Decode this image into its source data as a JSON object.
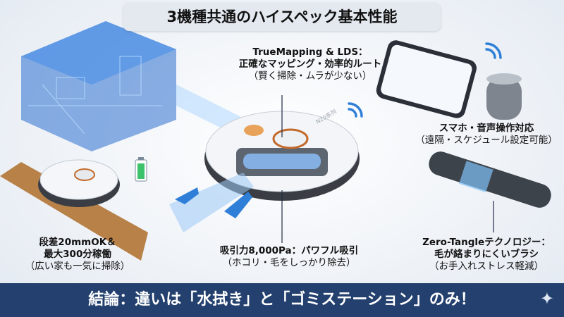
{
  "title": "3機種共通のハイスペック基本性能",
  "features": {
    "mapping": {
      "title": "TrueMapping & LDS：",
      "line2": "正確なマッピング・効率的ルート",
      "sub": "（賢く掃除・ムラが少ない）"
    },
    "app": {
      "title": "スマホ・音声操作対応",
      "sub": "（遠隔・スケジュール設定可能）"
    },
    "step": {
      "title": "段差20mmOK＆",
      "line2": "最大300分稼働",
      "sub": "（広い家も一気に掃除）"
    },
    "suction": {
      "title": "吸引力8,000Pa：パワフル吸引",
      "sub": "（ホコリ・毛をしっかり除去）"
    },
    "brush": {
      "title": "Zero-Tangleテクノロジー：",
      "line2": "毛が絡まりにくいブラシ",
      "sub": "（お手入れストレス軽減）"
    }
  },
  "robot_label": "N20系列",
  "conclusion": "結論：違いは「水拭き」と「ゴミステーション」のみ！",
  "colors": {
    "banner": "#23406e",
    "accent_blue": "#2f7fd8",
    "map_blue": "#3b8fe0"
  },
  "icons": [
    "room-map-illustration",
    "robot-vacuum",
    "battery-icon",
    "smartphone-icon",
    "smart-speaker-icon",
    "wifi-icon",
    "roller-brush-icon",
    "sparkle-icon"
  ]
}
